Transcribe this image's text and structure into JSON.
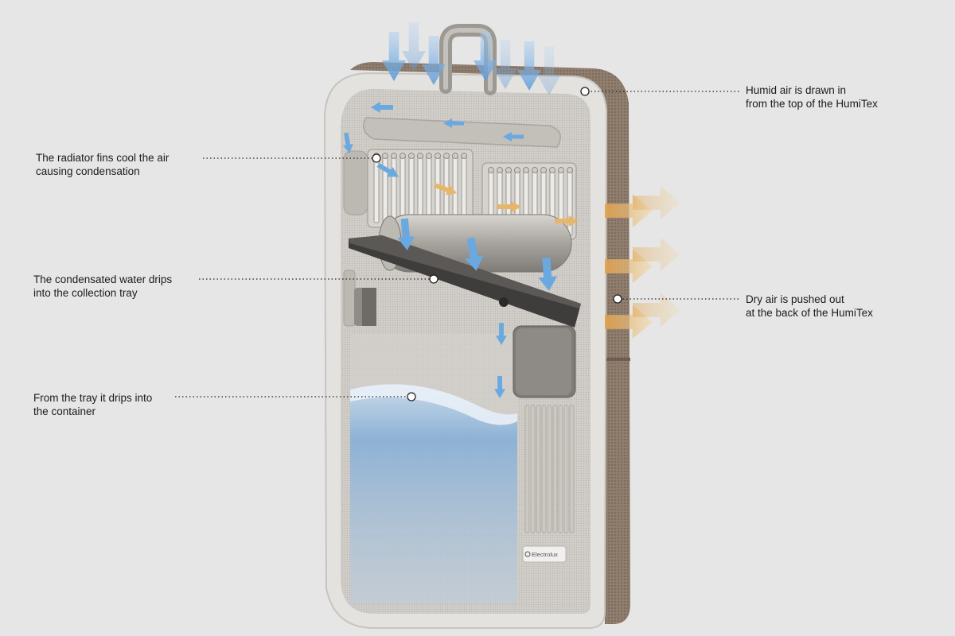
{
  "callouts": {
    "humid_air": [
      "Humid air is drawn in",
      "from the top of the HumiTex"
    ],
    "radiator": [
      "The radiator fins cool the air",
      "causing condensation"
    ],
    "condensate": [
      "The condensated water drips",
      "into the collection tray"
    ],
    "tray": [
      "From the tray it drips into",
      "the container"
    ],
    "dry_air": [
      "Dry air is pushed out",
      "at the back of the HumiTex"
    ]
  },
  "brand": {
    "logo_text": "Electrolux"
  },
  "colors": {
    "background": "#e6e6e6",
    "air_in": "#6aa9df",
    "air_out": "#e9c27a",
    "water": "#7fa9d1",
    "body_rim": "#e2e0dc",
    "fabric_back": "#8c7a6b",
    "leader": "#222222"
  },
  "icons": {
    "intake_arrow": "arrow-down-icon",
    "exhaust_arrow": "arrow-right-icon"
  }
}
